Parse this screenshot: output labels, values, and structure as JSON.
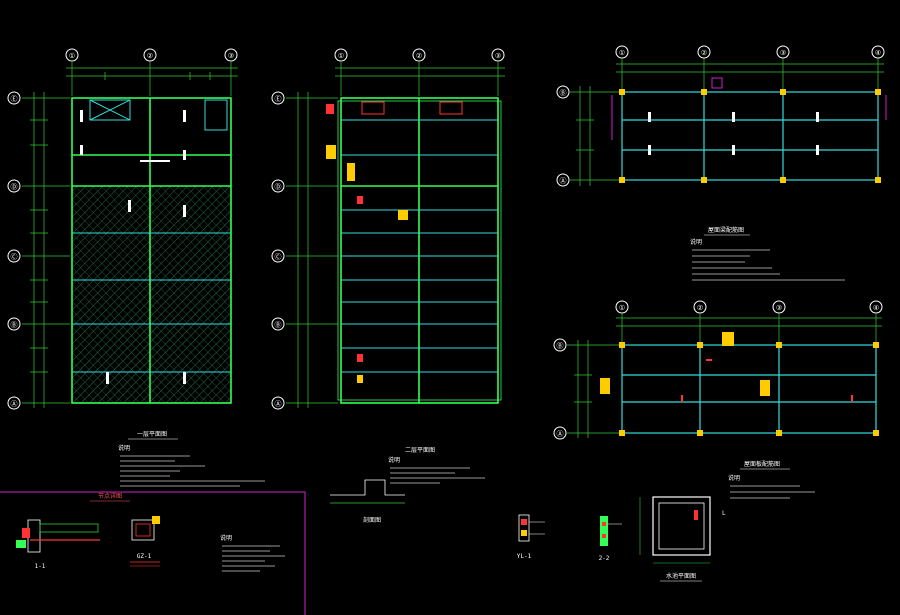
{
  "canvas": {
    "background": "#000000"
  },
  "colors": {
    "axis": "#ffffff",
    "dimension": "#33cc33",
    "wall": "#33ff55",
    "beam": "#33dddd",
    "rebar": "#ff3333",
    "rebar_label": "#ffcc00",
    "text": "#ffffff",
    "frame": "#cc22cc"
  },
  "plan1": {
    "col_axes": [
      "①",
      "②",
      "③"
    ],
    "row_axes": [
      "Ⓐ",
      "Ⓑ",
      "Ⓒ",
      "Ⓓ",
      "Ⓔ"
    ],
    "title": "一层平面图",
    "notes_title": "说明"
  },
  "plan2": {
    "col_axes": [
      "①",
      "②",
      "③"
    ],
    "row_axes": [
      "Ⓐ",
      "Ⓑ",
      "Ⓒ",
      "Ⓓ",
      "Ⓔ"
    ],
    "title": "二层平面图",
    "notes_title": "说明"
  },
  "plan3": {
    "col_axes": [
      "①",
      "②",
      "③",
      "④"
    ],
    "row_axes": [
      "Ⓐ",
      "Ⓑ"
    ],
    "title": "屋面梁配筋图",
    "notes_title": "说明"
  },
  "plan4": {
    "col_axes": [
      "①",
      "②",
      "③",
      "④"
    ],
    "row_axes": [
      "Ⓐ",
      "Ⓑ"
    ],
    "title": "屋面板配筋图",
    "notes_title": "说明"
  },
  "details": {
    "frame_title": "节点详图",
    "detail_a": "1-1",
    "detail_b": "GZ-1",
    "section_a": "剖面图",
    "section_b": "YL-1",
    "section_c": "2-2",
    "box_title": "水池平面图",
    "notes_title": "说明",
    "dim_note": "L"
  }
}
